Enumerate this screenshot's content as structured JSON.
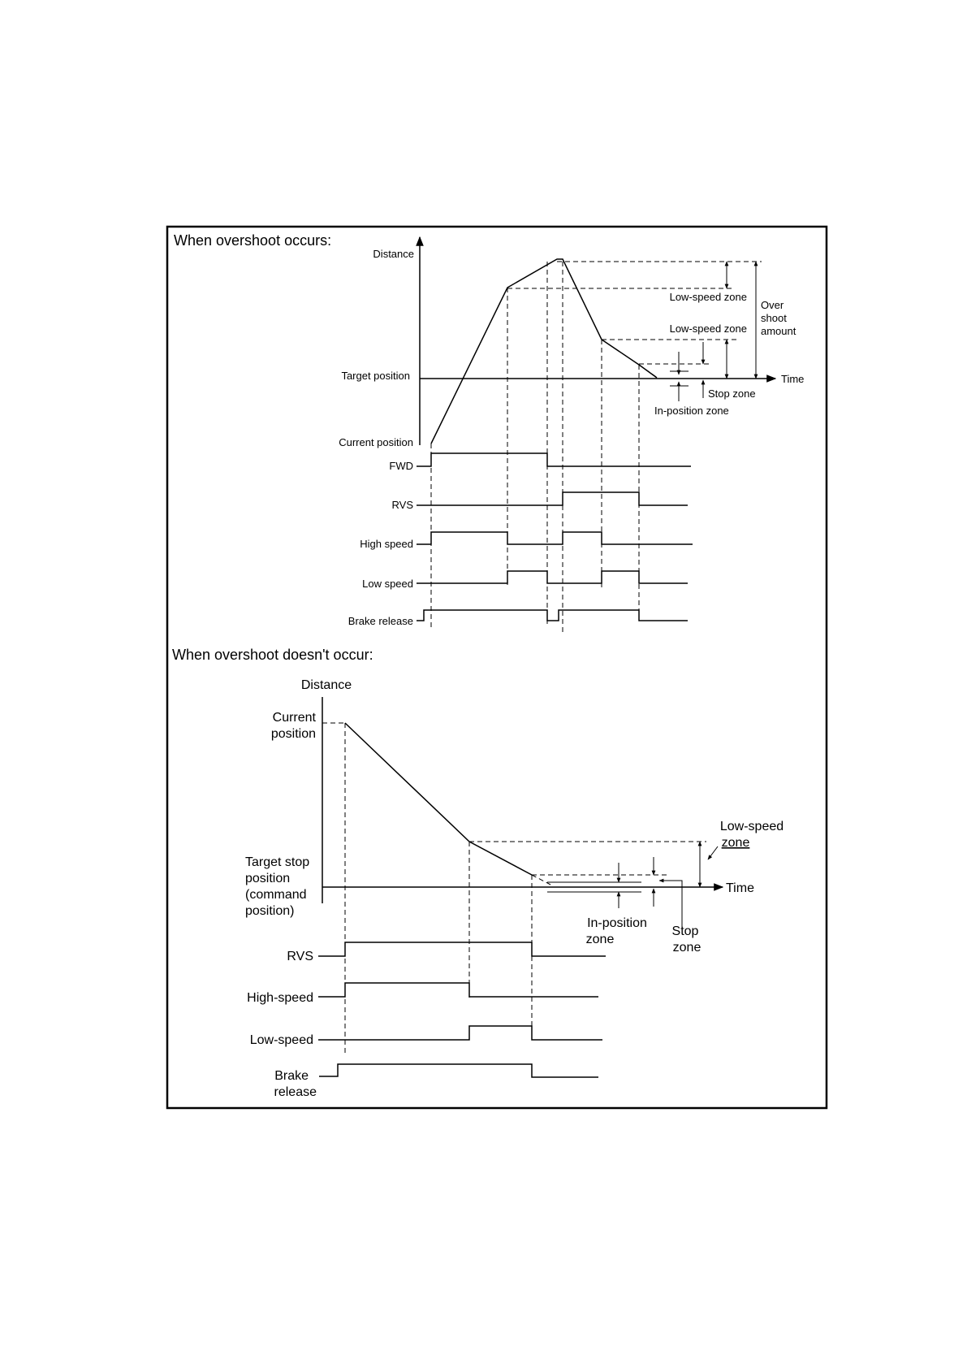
{
  "top": {
    "heading": "When overshoot occurs:",
    "axis_y": "Distance",
    "axis_x": "Time",
    "target": "Target position",
    "current": "Current position",
    "low_zone_1": "Low-speed zone",
    "low_zone_2": "Low-speed zone",
    "overshoot": [
      "Over",
      "shoot",
      "amount"
    ],
    "stop_zone": "Stop zone",
    "inpos_zone": "In-position zone",
    "signals": [
      "FWD",
      "RVS",
      "High speed",
      "Low speed",
      "Brake release"
    ]
  },
  "bottom": {
    "heading": "When overshoot doesn't occur:",
    "axis_y": "Distance",
    "axis_x": "Time",
    "current": [
      "Current",
      "position"
    ],
    "target": [
      "Target stop",
      "position",
      "(command",
      "position)"
    ],
    "low_zone": [
      "Low-speed",
      "zone"
    ],
    "inpos_zone": [
      "In-position",
      "zone"
    ],
    "stop_zone": [
      "Stop",
      "zone"
    ],
    "signals": {
      "rvs": "RVS",
      "high": "High-speed",
      "low": "Low-speed",
      "brake": [
        "Brake",
        "release"
      ]
    }
  }
}
